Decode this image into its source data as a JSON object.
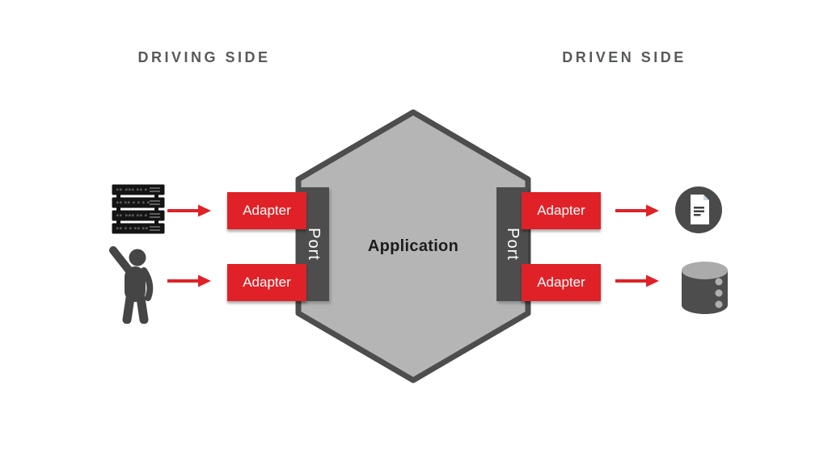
{
  "header": {
    "driving_side": "DRIVING SIDE",
    "driven_side": "DRIVEN SIDE"
  },
  "hexagon": {
    "application_label": "Application",
    "left_port_label": "Port",
    "right_port_label": "Port"
  },
  "adapters": {
    "left_top": "Adapter",
    "left_bottom": "Adapter",
    "right_top": "Adapter",
    "right_bottom": "Adapter"
  },
  "icons": {
    "left_top": "server-icon",
    "left_bottom": "waving-person-icon",
    "right_top": "document-icon",
    "right_bottom": "database-icon"
  },
  "colors": {
    "adapter_red": "#e02127",
    "arrow_red": "#e02127",
    "hexagon_fill": "#b5b5b5",
    "hexagon_border": "#4d4d4d",
    "port_fill": "#4d4d4d",
    "title_text": "#58595b",
    "background": "#ffffff"
  }
}
